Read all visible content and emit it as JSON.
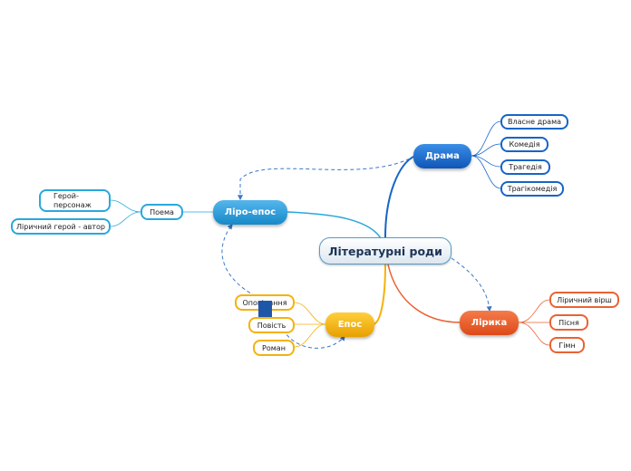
{
  "colors": {
    "drama": "#1665c6",
    "liro_epos": "#29a8dc",
    "epos": "#f4b20c",
    "lyrica": "#e96233",
    "root_border": "#5a9bc4",
    "relationship": "#3a78c6"
  },
  "root": {
    "label": "Літературні роди"
  },
  "branches": {
    "drama": {
      "label": "Драма",
      "children": [
        "Власне драма",
        "Комедія",
        "Трагедія",
        "Трагікомедія"
      ]
    },
    "liro": {
      "label": "Ліро-епос",
      "poema": {
        "label": "Поема",
        "children": [
          "Герой-персонаж",
          "Ліричний герой - автор"
        ]
      }
    },
    "epos": {
      "label": "Епос",
      "children": [
        "Оповідання",
        "Повість",
        "Роман"
      ]
    },
    "lyrica": {
      "label": "Лірика",
      "children": [
        "Ліричний вірш",
        "Пісня",
        "Гімн"
      ]
    }
  }
}
